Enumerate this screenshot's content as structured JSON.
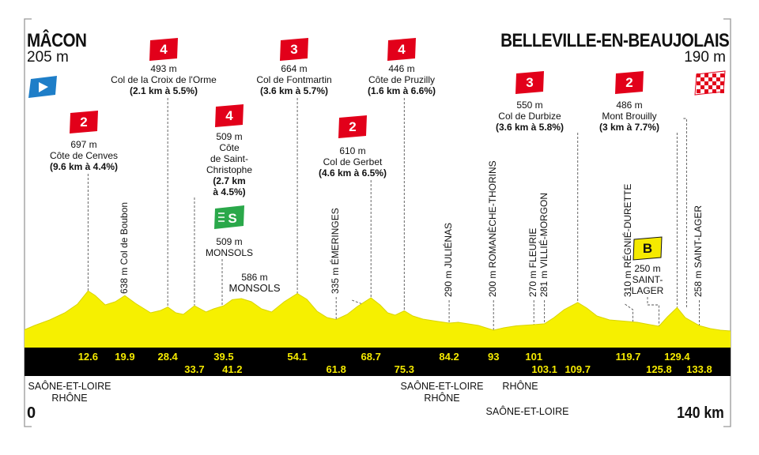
{
  "start": {
    "city": "MÂCON",
    "altitude": "205 m"
  },
  "finish": {
    "city": "BELLEVILLE-EN-BEAUJOLAIS",
    "altitude": "190 m"
  },
  "distance_start": "0",
  "distance_end": "140 km",
  "colors": {
    "profile": "#f6f000",
    "profile_edge": "#d9d400",
    "band": "#000000",
    "km_text": "#f5ea00",
    "climb_badge": "#e2001a",
    "sprint_badge": "#2aa84a",
    "bonus_badge": "#f5ea00",
    "start_flag": "#1e7ec8"
  },
  "climbs": [
    {
      "category": "2",
      "altitude": "697 m",
      "name": "Côte de Cenves",
      "detail": "(9.6 km à 4.4%)",
      "km": 12.6
    },
    {
      "category": "4",
      "altitude": "493 m",
      "name": "Col de la Croix de l'Orme",
      "detail": "(2.1 km à 5.5%)",
      "km": 28.4
    },
    {
      "category": "4",
      "altitude": "509 m",
      "name": "Côte de Saint-Christophe",
      "detail": "(2.7 km à 4.5%)",
      "km": 33.7
    },
    {
      "category": "3",
      "altitude": "664 m",
      "name": "Col de Fontmartin",
      "detail": "(3.6 km à 5.7%)",
      "km": 54.1
    },
    {
      "category": "2",
      "altitude": "610 m",
      "name": "Col de Gerbet",
      "detail": "(4.6 km à 6.5%)",
      "km": 68.7
    },
    {
      "category": "4",
      "altitude": "446 m",
      "name": "Côte de Pruzilly",
      "detail": "(1.6 km à 6.6%)",
      "km": 75.3
    },
    {
      "category": "3",
      "altitude": "550 m",
      "name": "Col de Durbize",
      "detail": "(3.6 km à 5.8%)",
      "km": 109.7
    },
    {
      "category": "2",
      "altitude": "486 m",
      "name": "Mont Brouilly",
      "detail": "(3 km à 7.7%)",
      "km": 129.4
    }
  ],
  "sprint": {
    "label": "S",
    "altitude": "509 m",
    "name": "MONSOLS",
    "km": 39.5
  },
  "bonus": {
    "label": "B",
    "altitude": "250 m",
    "name": "SAINT-LAGER",
    "km": 125.8
  },
  "monsols_label": {
    "altitude": "586 m",
    "name": "MONSOLS",
    "km": 41.2
  },
  "places": [
    {
      "text": "638 m Col de Boubon",
      "km": 19.9
    },
    {
      "text": "335 m ÉMERINGES",
      "km": 61.8
    },
    {
      "text": "290 m JULIÉNAS",
      "km": 84.2
    },
    {
      "text": "200 m ROMANÈCHE-THORINS",
      "km": 93
    },
    {
      "text": "270 m FLEURIE",
      "km": 101
    },
    {
      "text": "281 m VILLIÉ-MORGON",
      "km": 103.1
    },
    {
      "text": "310 m RÉGNIÉ-DURETTE",
      "km": 119.7
    },
    {
      "text": "258 m SAINT-LAGER",
      "km": 133.8
    }
  ],
  "km_marks": [
    {
      "label": "12.6",
      "km": 12.6,
      "row": 0
    },
    {
      "label": "19.9",
      "km": 19.9,
      "row": 0
    },
    {
      "label": "28.4",
      "km": 28.4,
      "row": 0
    },
    {
      "label": "33.7",
      "km": 33.7,
      "row": 1
    },
    {
      "label": "39.5",
      "km": 39.5,
      "row": 0
    },
    {
      "label": "41.2",
      "km": 41.2,
      "row": 1
    },
    {
      "label": "54.1",
      "km": 54.1,
      "row": 0
    },
    {
      "label": "61.8",
      "km": 61.8,
      "row": 1
    },
    {
      "label": "68.7",
      "km": 68.7,
      "row": 0
    },
    {
      "label": "75.3",
      "km": 75.3,
      "row": 1
    },
    {
      "label": "84.2",
      "km": 84.2,
      "row": 0
    },
    {
      "label": "93",
      "km": 93,
      "row": 0
    },
    {
      "label": "101",
      "km": 101,
      "row": 0
    },
    {
      "label": "103.1",
      "km": 103.1,
      "row": 1
    },
    {
      "label": "109.7",
      "km": 109.7,
      "row": 1
    },
    {
      "label": "119.7",
      "km": 119.7,
      "row": 0
    },
    {
      "label": "125.8",
      "km": 125.8,
      "row": 1
    },
    {
      "label": "129.4",
      "km": 129.4,
      "row": 0
    },
    {
      "label": "133.8",
      "km": 133.8,
      "row": 1
    }
  ],
  "regions": [
    {
      "lines": [
        "SAÔNE-ET-LOIRE",
        "RHÔNE"
      ],
      "km": 3
    },
    {
      "lines": [
        "SAÔNE-ET-LOIRE",
        "RHÔNE"
      ],
      "km": 79
    },
    {
      "lines": [
        "RHÔNE"
      ],
      "km": 99
    },
    {
      "lines": [
        "SAÔNE-ET-LOIRE"
      ],
      "km": 99
    }
  ],
  "elevation_profile": [
    [
      0,
      205
    ],
    [
      2,
      260
    ],
    [
      5,
      330
    ],
    [
      8,
      420
    ],
    [
      10.5,
      530
    ],
    [
      12.6,
      697
    ],
    [
      14,
      640
    ],
    [
      16,
      520
    ],
    [
      18,
      560
    ],
    [
      19.9,
      638
    ],
    [
      22,
      540
    ],
    [
      25,
      420
    ],
    [
      27,
      450
    ],
    [
      28.4,
      493
    ],
    [
      30,
      420
    ],
    [
      31.5,
      400
    ],
    [
      33.7,
      509
    ],
    [
      36,
      430
    ],
    [
      37.5,
      470
    ],
    [
      39.5,
      509
    ],
    [
      41.2,
      586
    ],
    [
      43,
      600
    ],
    [
      45,
      560
    ],
    [
      47,
      470
    ],
    [
      49,
      430
    ],
    [
      51.5,
      560
    ],
    [
      54.1,
      664
    ],
    [
      56,
      590
    ],
    [
      58,
      440
    ],
    [
      60,
      360
    ],
    [
      61.8,
      335
    ],
    [
      64,
      400
    ],
    [
      66,
      500
    ],
    [
      68.7,
      610
    ],
    [
      70.5,
      520
    ],
    [
      72,
      420
    ],
    [
      73.5,
      390
    ],
    [
      75.3,
      446
    ],
    [
      77,
      380
    ],
    [
      79,
      340
    ],
    [
      81,
      320
    ],
    [
      84.2,
      290
    ],
    [
      86,
      300
    ],
    [
      88,
      280
    ],
    [
      90,
      260
    ],
    [
      93,
      200
    ],
    [
      95,
      230
    ],
    [
      97.5,
      255
    ],
    [
      101,
      270
    ],
    [
      103.1,
      281
    ],
    [
      105,
      360
    ],
    [
      107,
      460
    ],
    [
      109.7,
      550
    ],
    [
      111.5,
      480
    ],
    [
      113.5,
      380
    ],
    [
      116,
      330
    ],
    [
      119.7,
      310
    ],
    [
      121.5,
      300
    ],
    [
      124,
      270
    ],
    [
      125.8,
      250
    ],
    [
      127.5,
      370
    ],
    [
      129.4,
      486
    ],
    [
      131,
      360
    ],
    [
      133.8,
      258
    ],
    [
      136,
      220
    ],
    [
      138,
      200
    ],
    [
      140,
      190
    ]
  ]
}
